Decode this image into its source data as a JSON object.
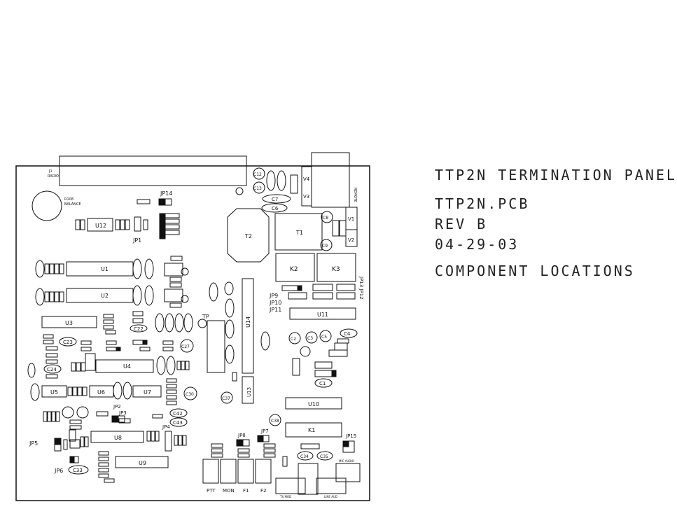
{
  "title_block": {
    "line1": "TTP2N TERMINATION PANEL",
    "line2": "TTP2N.PCB",
    "line3": "REV B",
    "line4": "04-29-03",
    "line5": "COMPONENT LOCATIONS"
  },
  "labels": {
    "j1": "J1",
    "j1_sub": "RADIO",
    "balance": "R108\nBALANCE",
    "jp14": "JP14",
    "jp1": "JP1",
    "u12": "U12",
    "u1": "U1",
    "u2": "U2",
    "u3": "U3",
    "u4": "U4",
    "u5": "U5",
    "u6": "U6",
    "u7": "U7",
    "u8": "U8",
    "u9": "U9",
    "u10": "U10",
    "u11": "U11",
    "u13": "U13",
    "u14": "U14",
    "t1": "T1",
    "t2": "T2",
    "k1": "K1",
    "k2": "K2",
    "k3": "K3",
    "v1": "V1",
    "v2": "V2",
    "v3": "V3",
    "v4": "V4",
    "c6": "C6",
    "c7": "C7",
    "c8": "C8",
    "c9": "C9",
    "c12": "C12",
    "c13": "C13",
    "c22": "C22",
    "c23": "C23",
    "c24": "C24",
    "c27": "C27",
    "c30": "C30",
    "c37": "C37",
    "c42": "C42",
    "c43": "C43",
    "c33": "C33",
    "c34": "C34",
    "c35": "C35",
    "c38": "C38",
    "c1": "C1",
    "c2": "C2",
    "c3": "C3",
    "c4": "C4",
    "c5": "C5",
    "tp": "TP",
    "jp9": "JP9",
    "jp10": "JP10",
    "jp11": "JP11",
    "jp12": "JP12",
    "jp13": "JP13",
    "jp2": "JP2",
    "jp3": "JP3",
    "jp4": "JP4",
    "jp5": "JP5",
    "jp6": "JP6",
    "jp7": "JP7",
    "jp8": "JP8",
    "jp15": "JP15",
    "ptt": "PTT",
    "mon": "MON",
    "f1": "F1",
    "f2": "F2",
    "tx_mod": "TX MOD",
    "line_aud": "LINE AUD",
    "mic_audio": "MIC AUDIO",
    "remote": "REMOTE"
  }
}
